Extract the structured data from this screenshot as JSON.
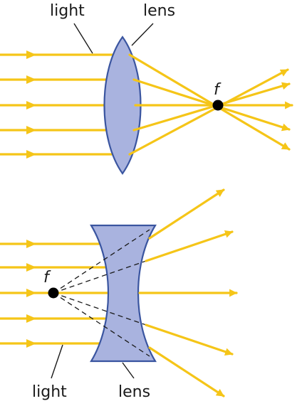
{
  "colors": {
    "ray": "#f5c518",
    "lens_fill": "#a9b3df",
    "lens_stroke": "#3a55a0",
    "focal_point": "#000000",
    "text": "#1a1a1a"
  },
  "convex": {
    "light_label": "light",
    "lens_label": "lens",
    "focal_label": "f"
  },
  "concave": {
    "light_label": "light",
    "lens_label": "lens",
    "focal_label": "f"
  }
}
